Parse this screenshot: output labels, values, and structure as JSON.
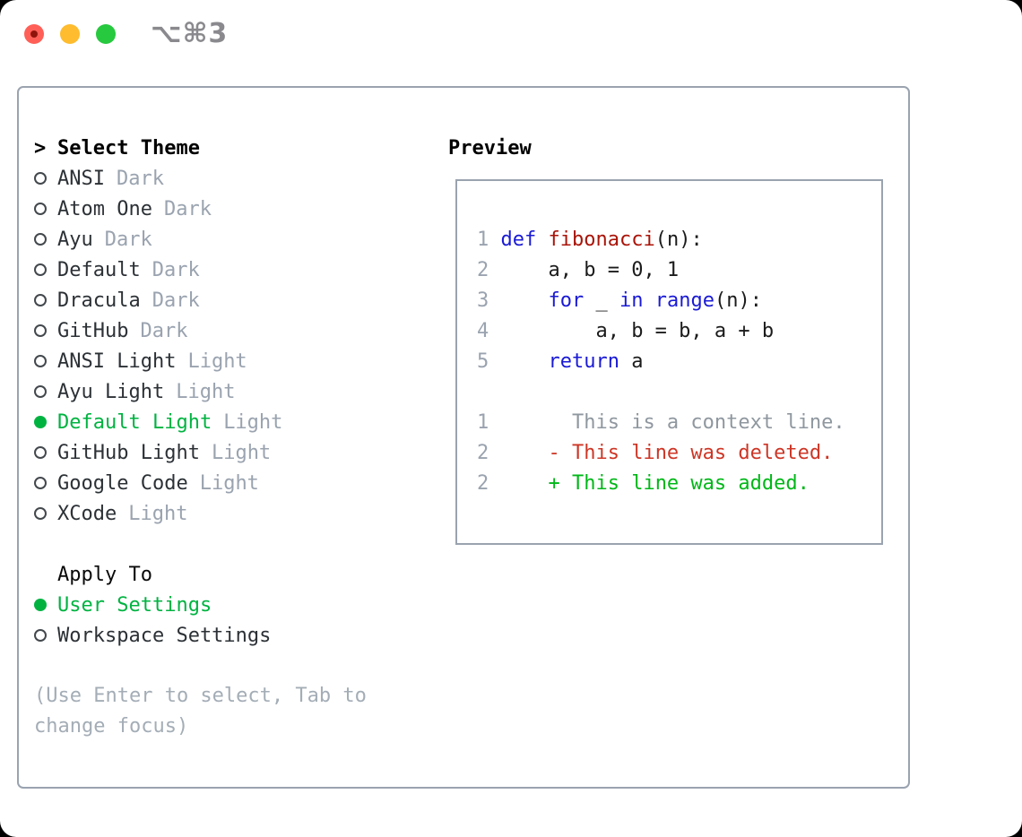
{
  "titlebar": {
    "shortcut": "⌥⌘3",
    "traffic_lights": [
      "close",
      "minimize",
      "zoom"
    ]
  },
  "colors": {
    "selection_green": "#00b341",
    "keyword_blue": "#1a1ad6",
    "function_red": "#a91409",
    "deleted_red": "#cd3626",
    "added_green": "#00b718",
    "muted_gray": "#9aa3af",
    "traffic_red": "#ff5f57",
    "traffic_yellow": "#febc2e",
    "traffic_green": "#27c93f"
  },
  "theme_panel": {
    "header_prefix": ">",
    "header": "Select Theme",
    "themes": [
      {
        "name": "ANSI",
        "variant": "Dark",
        "selected": false
      },
      {
        "name": "Atom One",
        "variant": "Dark",
        "selected": false
      },
      {
        "name": "Ayu",
        "variant": "Dark",
        "selected": false
      },
      {
        "name": "Default",
        "variant": "Dark",
        "selected": false
      },
      {
        "name": "Dracula",
        "variant": "Dark",
        "selected": false
      },
      {
        "name": "GitHub",
        "variant": "Dark",
        "selected": false
      },
      {
        "name": "ANSI Light",
        "variant": "Light",
        "selected": false
      },
      {
        "name": "Ayu Light",
        "variant": "Light",
        "selected": false
      },
      {
        "name": "Default Light",
        "variant": "Light",
        "selected": true
      },
      {
        "name": "GitHub Light",
        "variant": "Light",
        "selected": false
      },
      {
        "name": "Google Code",
        "variant": "Light",
        "selected": false
      },
      {
        "name": "XCode",
        "variant": "Light",
        "selected": false
      }
    ],
    "apply_to": {
      "header": "Apply To",
      "options": [
        {
          "label": "User Settings",
          "selected": true
        },
        {
          "label": "Workspace Settings",
          "selected": false
        }
      ]
    },
    "hint": "(Use Enter to select, Tab to change focus)"
  },
  "preview": {
    "title": "Preview",
    "code_lines": [
      {
        "num": "1",
        "tokens": [
          {
            "t": "def",
            "c": "kw"
          },
          {
            "t": " ",
            "c": "pl"
          },
          {
            "t": "fibonacci",
            "c": "fn"
          },
          {
            "t": "(n):",
            "c": "pl"
          }
        ]
      },
      {
        "num": "2",
        "tokens": [
          {
            "t": "    a, b = 0, 1",
            "c": "pl"
          }
        ]
      },
      {
        "num": "3",
        "tokens": [
          {
            "t": "    ",
            "c": "pl"
          },
          {
            "t": "for",
            "c": "kw"
          },
          {
            "t": " _ ",
            "c": "pl"
          },
          {
            "t": "in",
            "c": "kw"
          },
          {
            "t": " ",
            "c": "pl"
          },
          {
            "t": "range",
            "c": "kw"
          },
          {
            "t": "(n):",
            "c": "pl"
          }
        ]
      },
      {
        "num": "4",
        "tokens": [
          {
            "t": "        a, b = b, a + b",
            "c": "pl"
          }
        ]
      },
      {
        "num": "5",
        "tokens": [
          {
            "t": "    ",
            "c": "pl"
          },
          {
            "t": "return",
            "c": "kw"
          },
          {
            "t": " a",
            "c": "pl"
          }
        ]
      },
      {
        "num": "",
        "tokens": []
      },
      {
        "num": "1",
        "tokens": [
          {
            "t": "      This is a context line.",
            "c": "ctx"
          }
        ]
      },
      {
        "num": "2",
        "tokens": [
          {
            "t": "    ",
            "c": "pl"
          },
          {
            "t": "- This line was deleted.",
            "c": "del"
          }
        ]
      },
      {
        "num": "2",
        "tokens": [
          {
            "t": "    ",
            "c": "pl"
          },
          {
            "t": "+ This line was added.",
            "c": "add"
          }
        ]
      }
    ]
  }
}
